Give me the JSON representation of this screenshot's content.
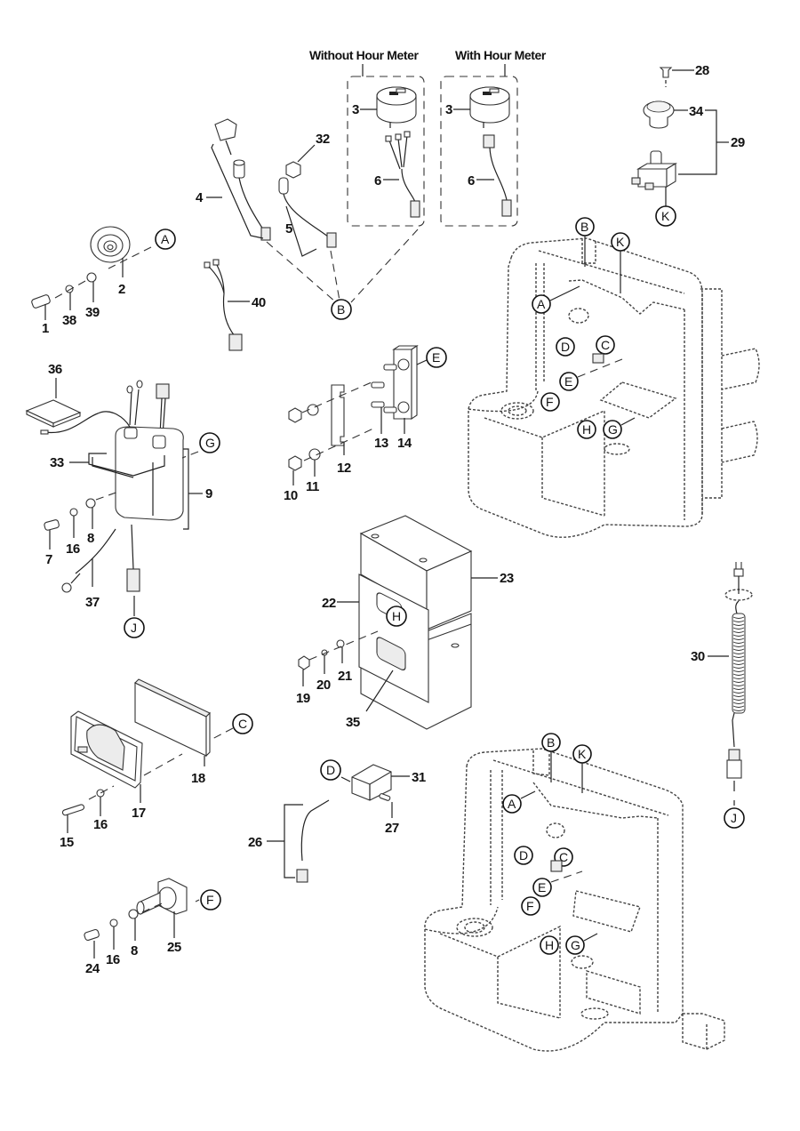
{
  "diagram": {
    "type": "exploded-parts-view",
    "group_titles": {
      "without_hour_meter": "Without Hour Meter",
      "with_hour_meter": "With Hour Meter"
    },
    "reference_letters": [
      "A",
      "B",
      "C",
      "D",
      "E",
      "F",
      "G",
      "H",
      "J",
      "K"
    ],
    "part_numbers": {
      "p1": "1",
      "p2": "2",
      "p3a": "3",
      "p3b": "3",
      "p4": "4",
      "p5": "5",
      "p6a": "6",
      "p6b": "6",
      "p7": "7",
      "p8a": "8",
      "p8b": "8",
      "p9": "9",
      "p10": "10",
      "p11": "11",
      "p12": "12",
      "p13": "13",
      "p14": "14",
      "p15": "15",
      "p16a": "16",
      "p16b": "16",
      "p16c": "16",
      "p17": "17",
      "p18": "18",
      "p19": "19",
      "p20": "20",
      "p21": "21",
      "p22": "22",
      "p23": "23",
      "p24": "24",
      "p25": "25",
      "p26": "26",
      "p27": "27",
      "p28": "28",
      "p29": "29",
      "p30": "30",
      "p31": "31",
      "p32": "32",
      "p33": "33",
      "p34": "34",
      "p35": "35",
      "p36": "36",
      "p37": "37",
      "p38": "38",
      "p39": "39",
      "p40": "40"
    },
    "callouts": {
      "horn_A": "A",
      "wire_B": "B",
      "switch_K": "K",
      "frame1_B": "B",
      "frame1_K": "K",
      "frame1_A": "A",
      "frame1_D": "D",
      "frame1_C": "C",
      "frame1_E": "E",
      "frame1_F": "F",
      "frame1_H": "H",
      "frame1_G": "G",
      "charger_G": "G",
      "charger_J": "J",
      "fuse_E": "E",
      "cover_H": "H",
      "controller_C": "C",
      "relay_D": "D",
      "pot_F": "F",
      "cord_J": "J",
      "frame2_B": "B",
      "frame2_K": "K",
      "frame2_A": "A",
      "frame2_D": "D",
      "frame2_C": "C",
      "frame2_E": "E",
      "frame2_F": "F",
      "frame2_H": "H",
      "frame2_G": "G"
    }
  }
}
